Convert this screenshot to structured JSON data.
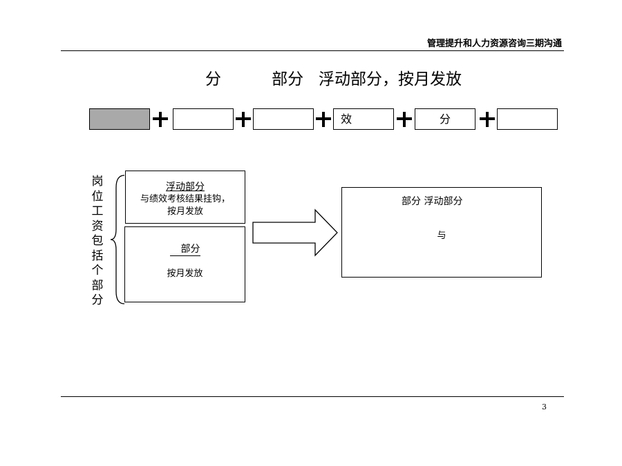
{
  "header": {
    "title": "管理提升和人力资源咨询三期沟通"
  },
  "slide": {
    "title": "分          部分   浮动部分，按月发放",
    "page_number": "3"
  },
  "formula": {
    "boxes": [
      {
        "label": ""
      },
      {
        "label": ""
      },
      {
        "label": ""
      },
      {
        "label": "  效"
      },
      {
        "label": "分"
      },
      {
        "label": ""
      }
    ],
    "operator": "+"
  },
  "salary": {
    "vertical_label": "岗位工资包括 个部分",
    "floating_box": {
      "title": "浮动部分",
      "line1": "与绩效考核结果挂钩，",
      "line2": "按月发放"
    },
    "fixed_box": {
      "title": "部分",
      "line1": "按月发放"
    },
    "result_box": {
      "title": "部分  浮动部分",
      "body": "与"
    }
  }
}
